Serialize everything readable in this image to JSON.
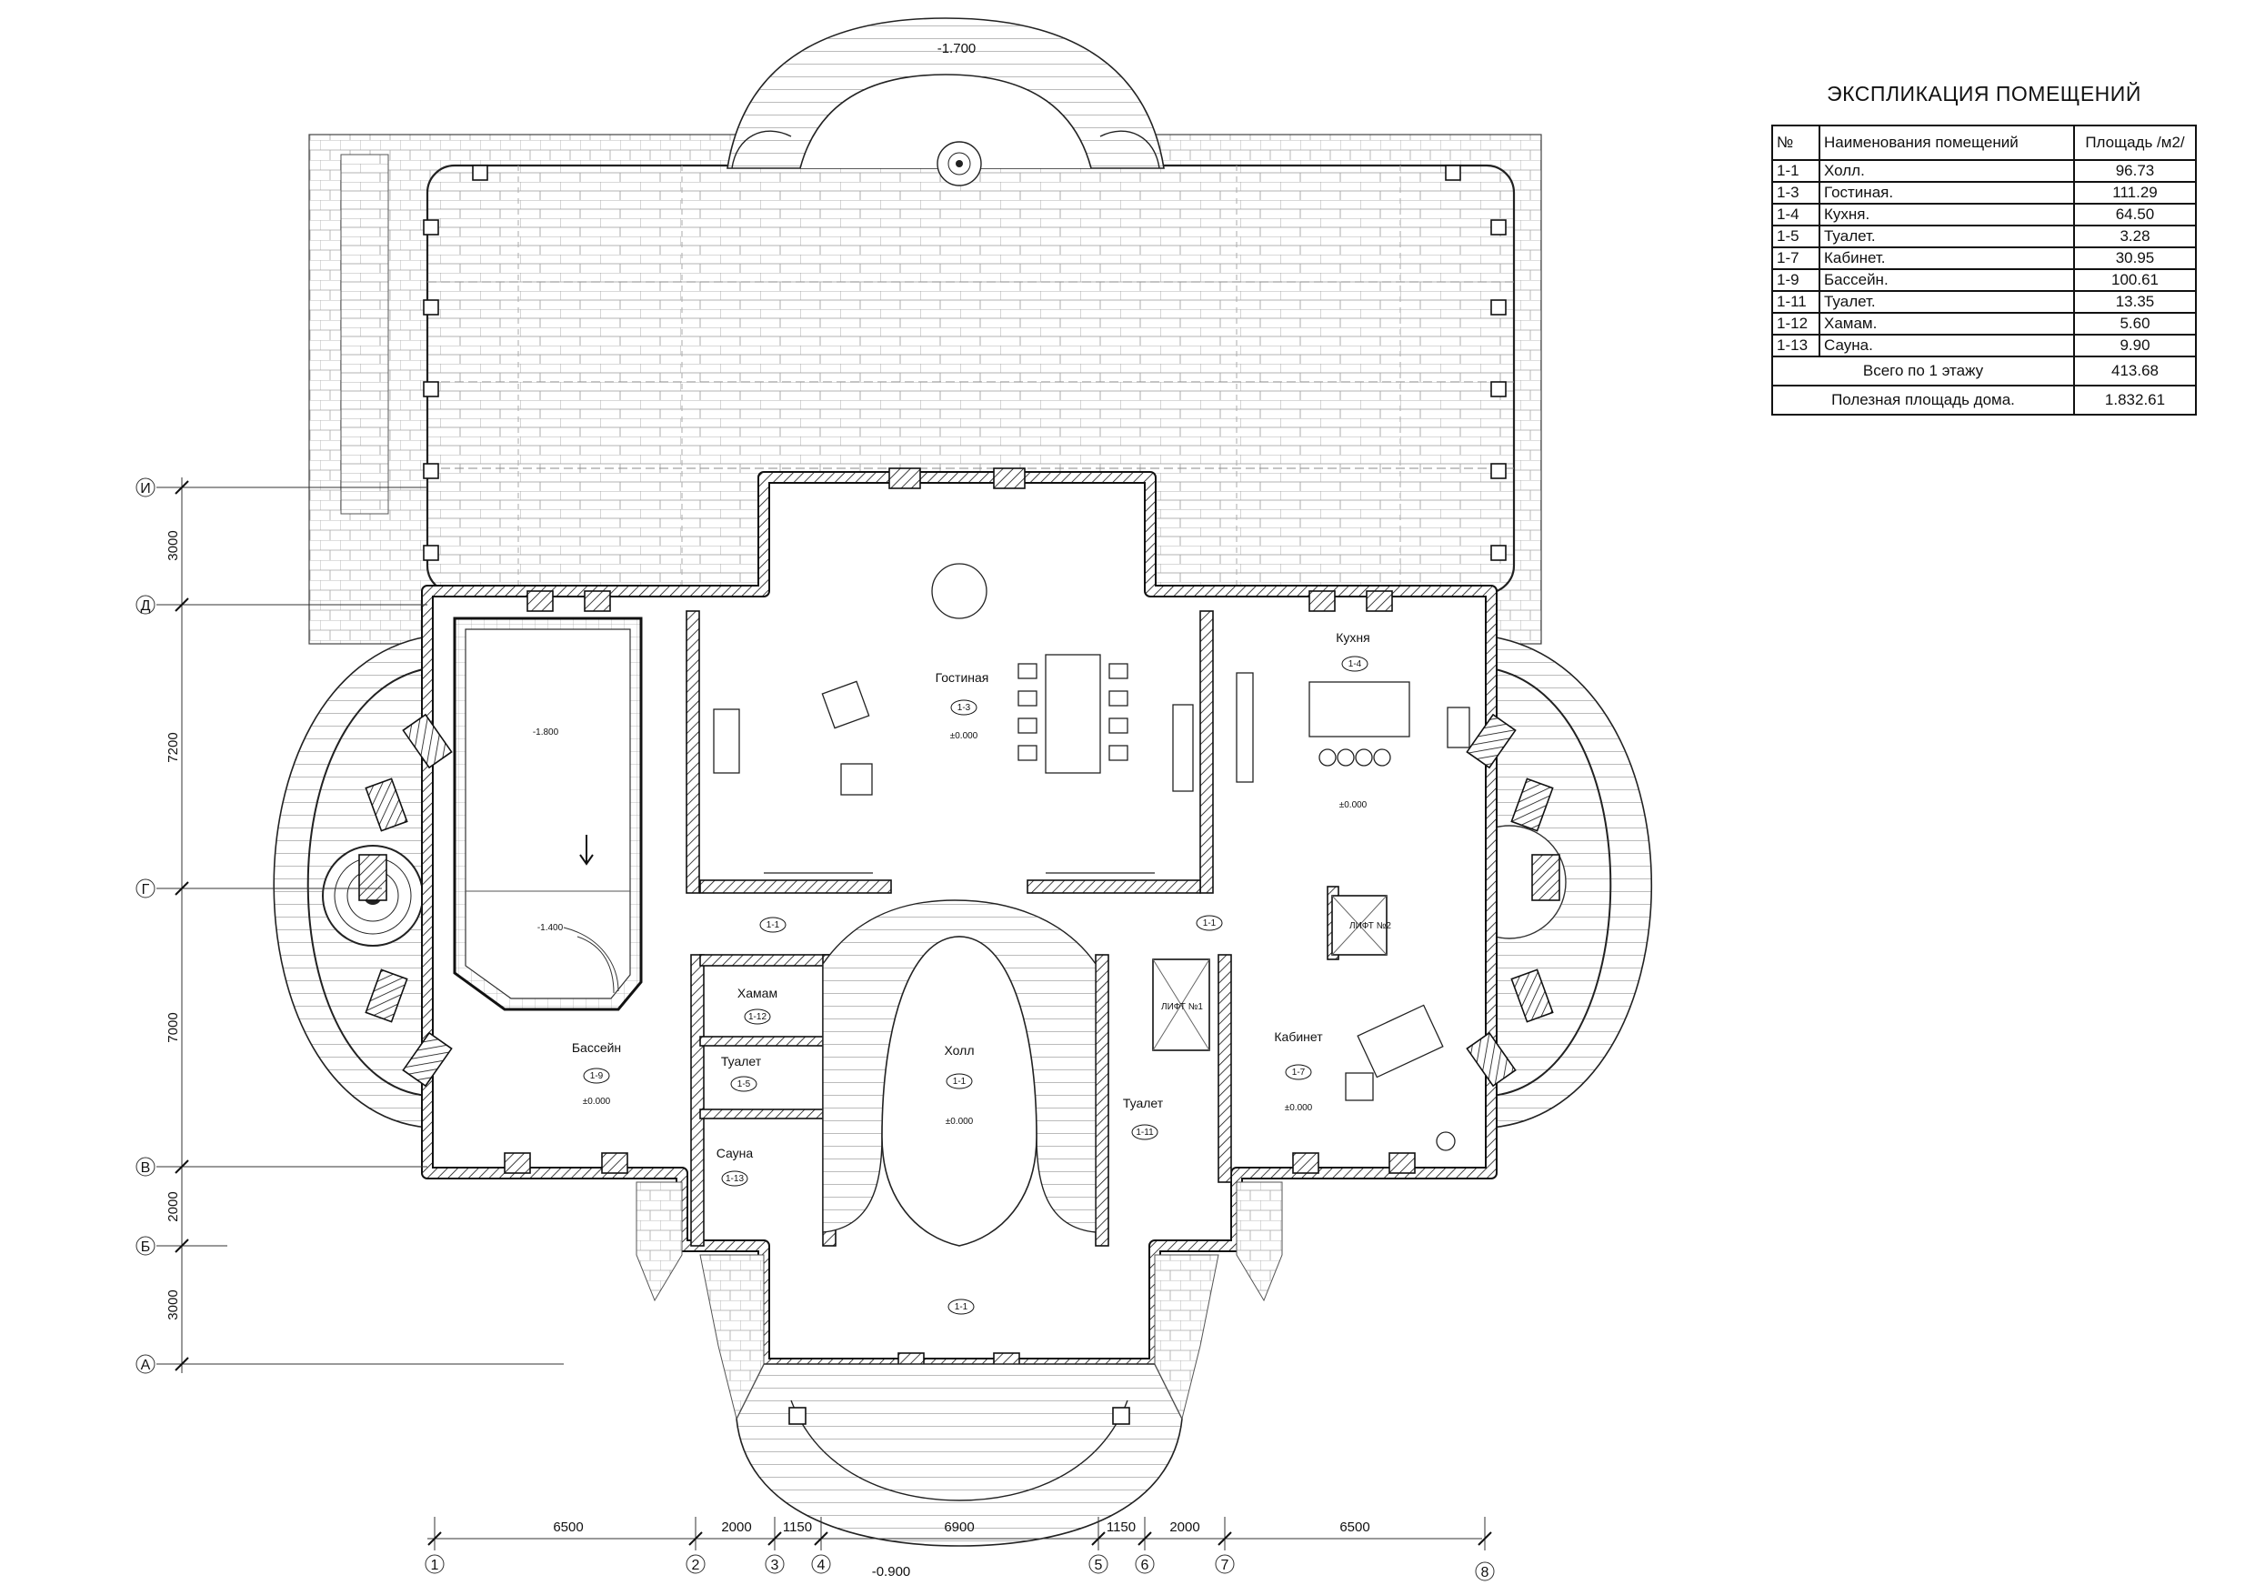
{
  "explication": {
    "title": "ЭКСПЛИКАЦИЯ ПОМЕЩЕНИЙ",
    "headers": {
      "no": "№",
      "name": "Наименования помещений",
      "area": "Площадь /м2/"
    },
    "rows": [
      {
        "no": "1-1",
        "name": "Холл.",
        "area": "96.73"
      },
      {
        "no": "1-3",
        "name": "Гостиная.",
        "area": "111.29"
      },
      {
        "no": "1-4",
        "name": "Кухня.",
        "area": "64.50"
      },
      {
        "no": "1-5",
        "name": "Туалет.",
        "area": "3.28"
      },
      {
        "no": "1-7",
        "name": "Кабинет.",
        "area": "30.95"
      },
      {
        "no": "1-9",
        "name": "Бассейн.",
        "area": "100.61"
      },
      {
        "no": "1-11",
        "name": "Туалет.",
        "area": "13.35"
      },
      {
        "no": "1-12",
        "name": "Хамам.",
        "area": "5.60"
      },
      {
        "no": "1-13",
        "name": "Сауна.",
        "area": "9.90"
      }
    ],
    "total_floor": {
      "label": "Всего по 1 этажу",
      "value": "413.68"
    },
    "useful_area": {
      "label": "Полезная площадь дома.",
      "value": "1.832.61"
    }
  },
  "plan": {
    "levels": {
      "top": "-1.700",
      "bottom": "-0.900"
    },
    "rooms": {
      "living": {
        "name": "Гостиная",
        "tag": "1-3"
      },
      "kitchen": {
        "name": "Кухня",
        "tag": "1-4"
      },
      "pool": {
        "name": "Бассейн",
        "tag": "1-9"
      },
      "hammam": {
        "name": "Хамам",
        "tag": "1-12"
      },
      "toilet_small": {
        "name": "Туалет",
        "tag": "1-5"
      },
      "sauna": {
        "name": "Сауна",
        "tag": "1-13"
      },
      "hall": {
        "name": "Холл",
        "tag": "1-1"
      },
      "lift1": {
        "name": "ЛИФТ №1"
      },
      "lift2": {
        "name": "ЛИФТ №2"
      },
      "toilet_big": {
        "name": "Туалет",
        "tag": "1-11"
      },
      "office": {
        "name": "Кабинет",
        "tag": "1-7"
      },
      "hall_tag": "1-1"
    },
    "axes_rows": [
      "И",
      "Д",
      "Г",
      "В",
      "Б",
      "А"
    ],
    "axes_cols": [
      "1",
      "2",
      "3",
      "4",
      "5",
      "6",
      "7",
      "8"
    ],
    "dims_vertical": [
      "3000",
      "7200",
      "7000",
      "2000",
      "3000"
    ],
    "dims_horizontal": [
      "6500",
      "2000",
      "1150",
      "6900",
      "1150",
      "2000",
      "6500"
    ],
    "level_marks": {
      "zero": "±0.000",
      "pool_a": "-1.800",
      "pool_b": "-1.400"
    }
  }
}
